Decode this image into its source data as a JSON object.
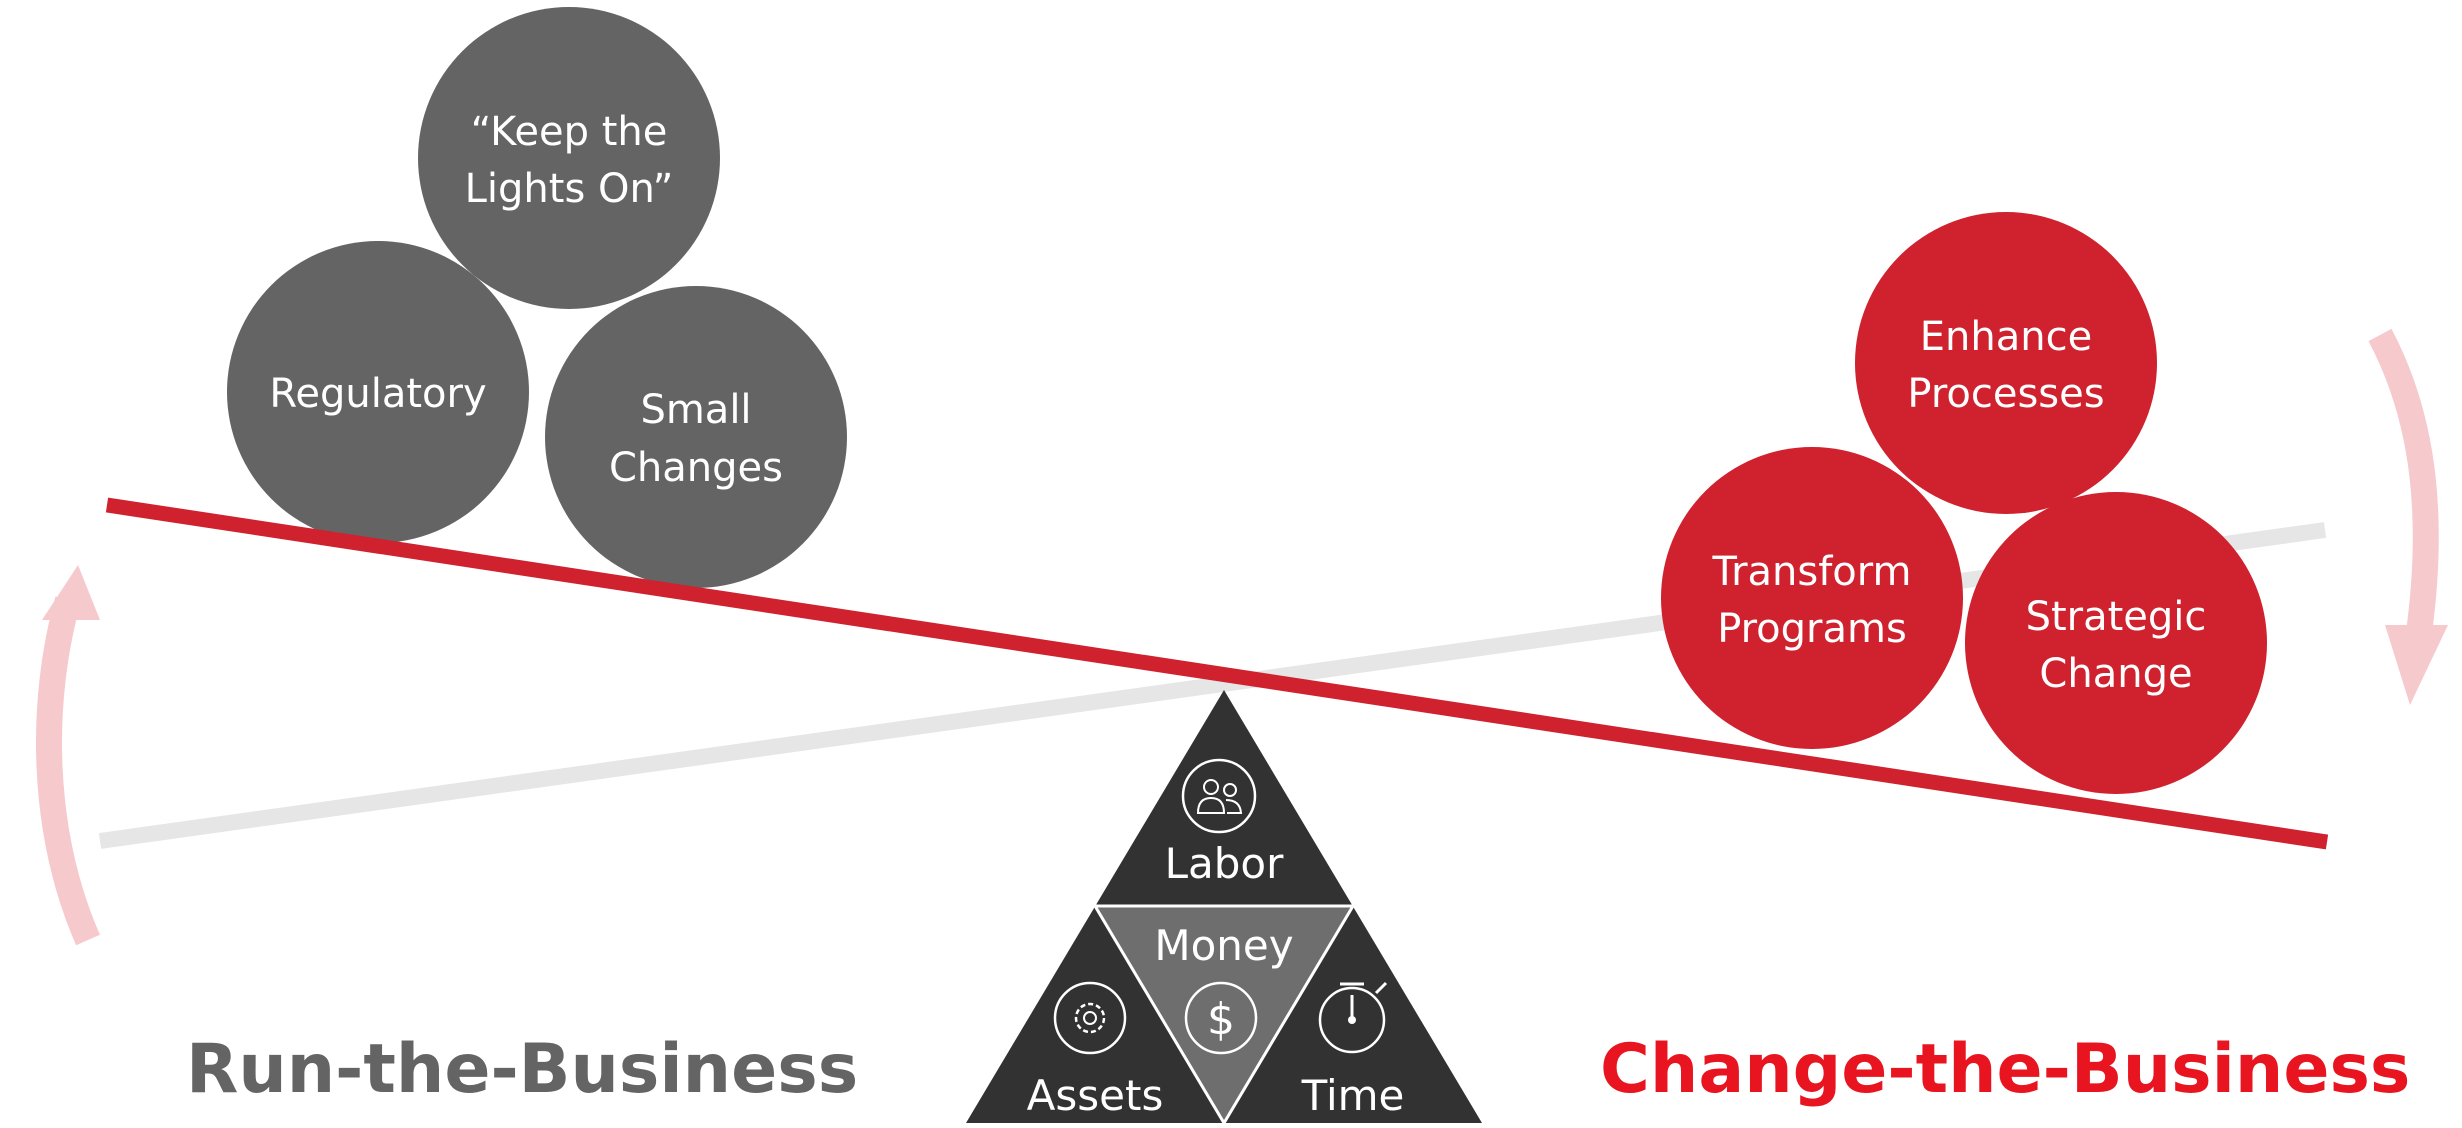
{
  "colors": {
    "grey_ball": "#646464",
    "red_ball": "#cf212e",
    "beam": "#cf212e",
    "ghost_beam": "#e6e6e6",
    "arrow": "#f6c9cc",
    "triangle_dark": "#323232",
    "triangle_mid": "#6e6e6e",
    "run_label": "#646464",
    "change_label": "#e8141f"
  },
  "balls_left": [
    {
      "line1": "“Keep the",
      "line2": "Lights On”"
    },
    {
      "line1": "Regulatory",
      "line2": ""
    },
    {
      "line1": "Small",
      "line2": "Changes"
    }
  ],
  "balls_right": [
    {
      "line1": "Enhance",
      "line2": "Processes"
    },
    {
      "line1": "Transform",
      "line2": "Programs"
    },
    {
      "line1": "Strategic",
      "line2": "Change"
    }
  ],
  "fulcrum": {
    "top": "Labor",
    "center": "Money",
    "left": "Assets",
    "right": "Time",
    "icons": [
      "people-icon",
      "dollar-icon",
      "gear-icon",
      "stopwatch-icon"
    ]
  },
  "labels": {
    "left": "Run-the-Business",
    "right": "Change-the-Business"
  }
}
